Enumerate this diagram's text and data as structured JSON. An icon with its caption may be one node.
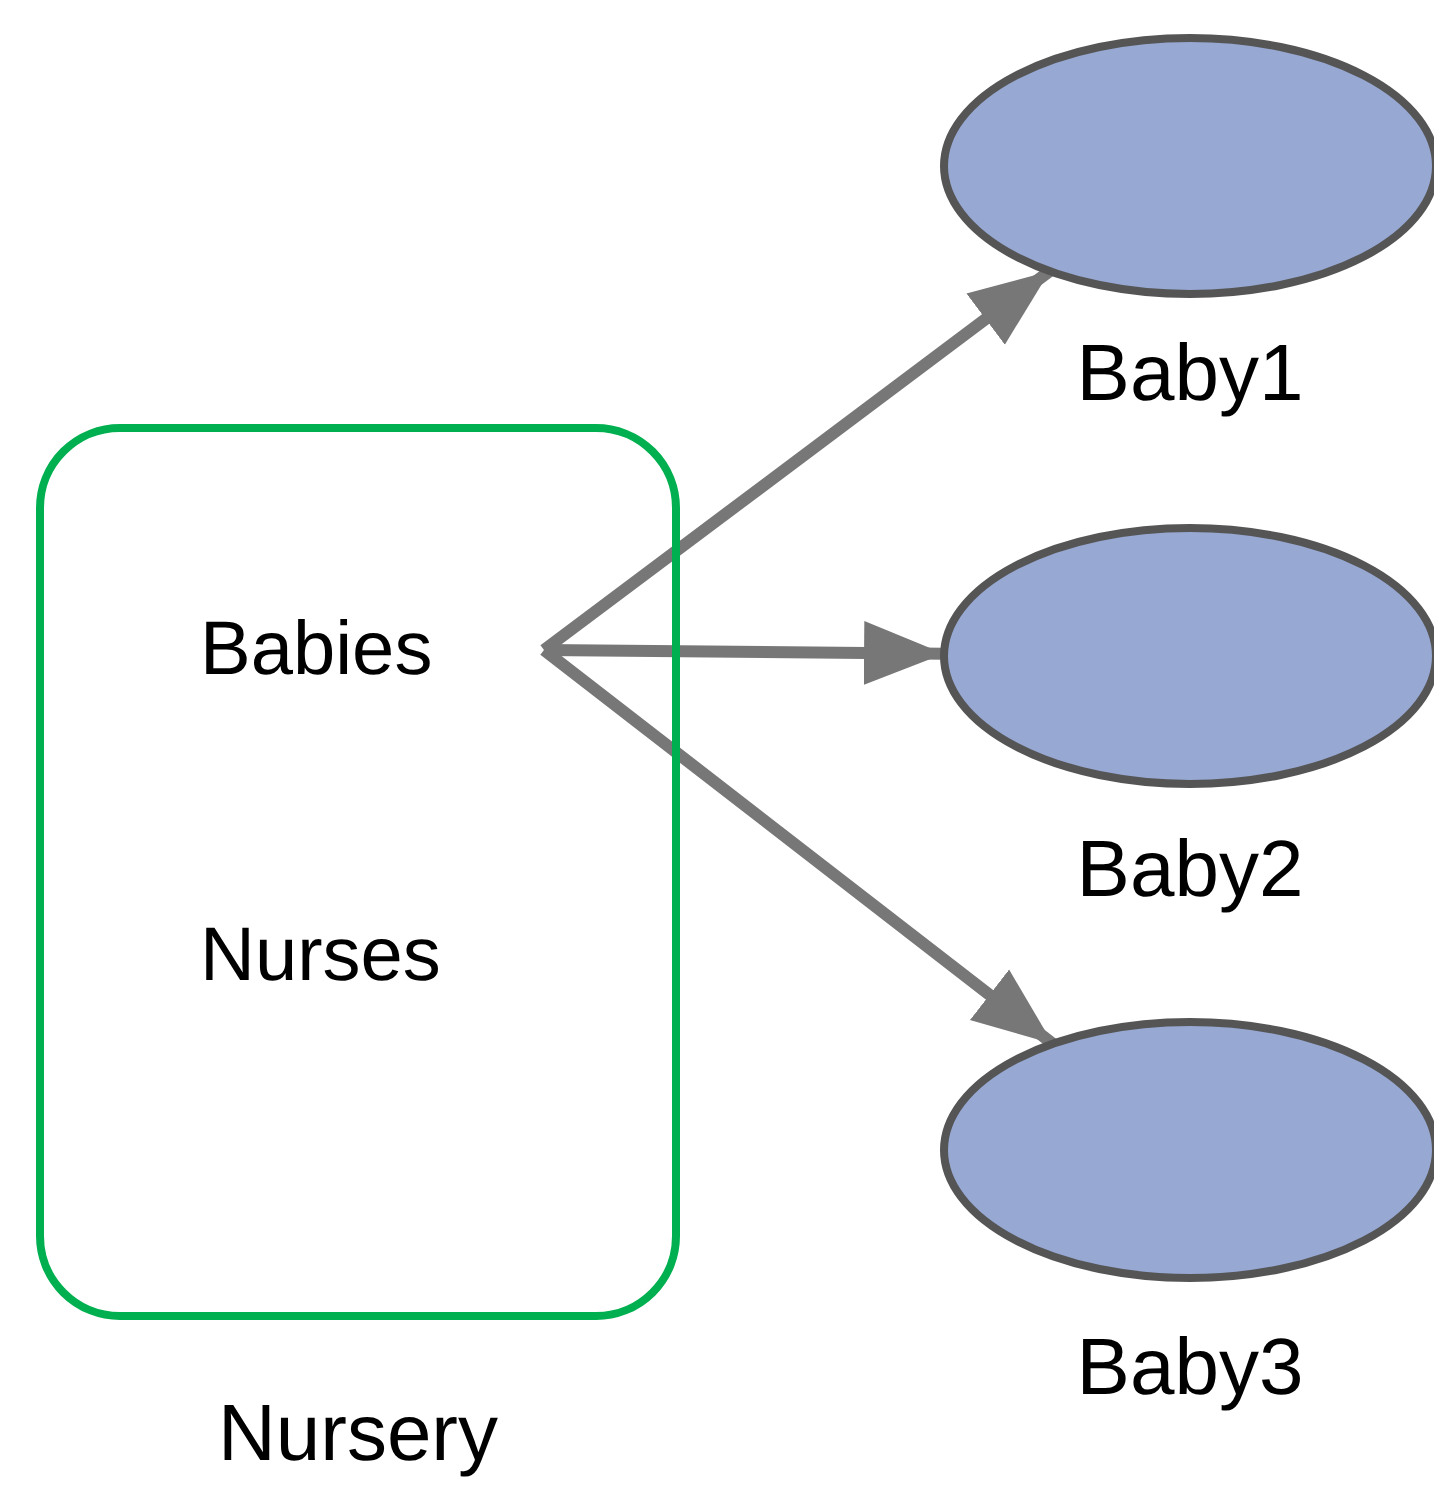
{
  "diagram": {
    "nodes": [
      {
        "text": [
          "Nursery"
        ]
      },
      {
        "text": [
          "Babies"
        ],
        "in": 0
      },
      {
        "text": [
          "Nurses"
        ],
        "in": 0
      },
      {
        "text": [
          "Baby1"
        ]
      },
      {
        "text": [
          "Baby2"
        ]
      },
      {
        "text": [
          "Baby3"
        ]
      }
    ],
    "edges": [
      {
        "from": 1,
        "to": 3,
        "arrow": "to"
      },
      {
        "from": 1,
        "to": 4,
        "arrow": "to"
      },
      {
        "from": 1,
        "to": 5,
        "arrow": "to"
      }
    ]
  }
}
